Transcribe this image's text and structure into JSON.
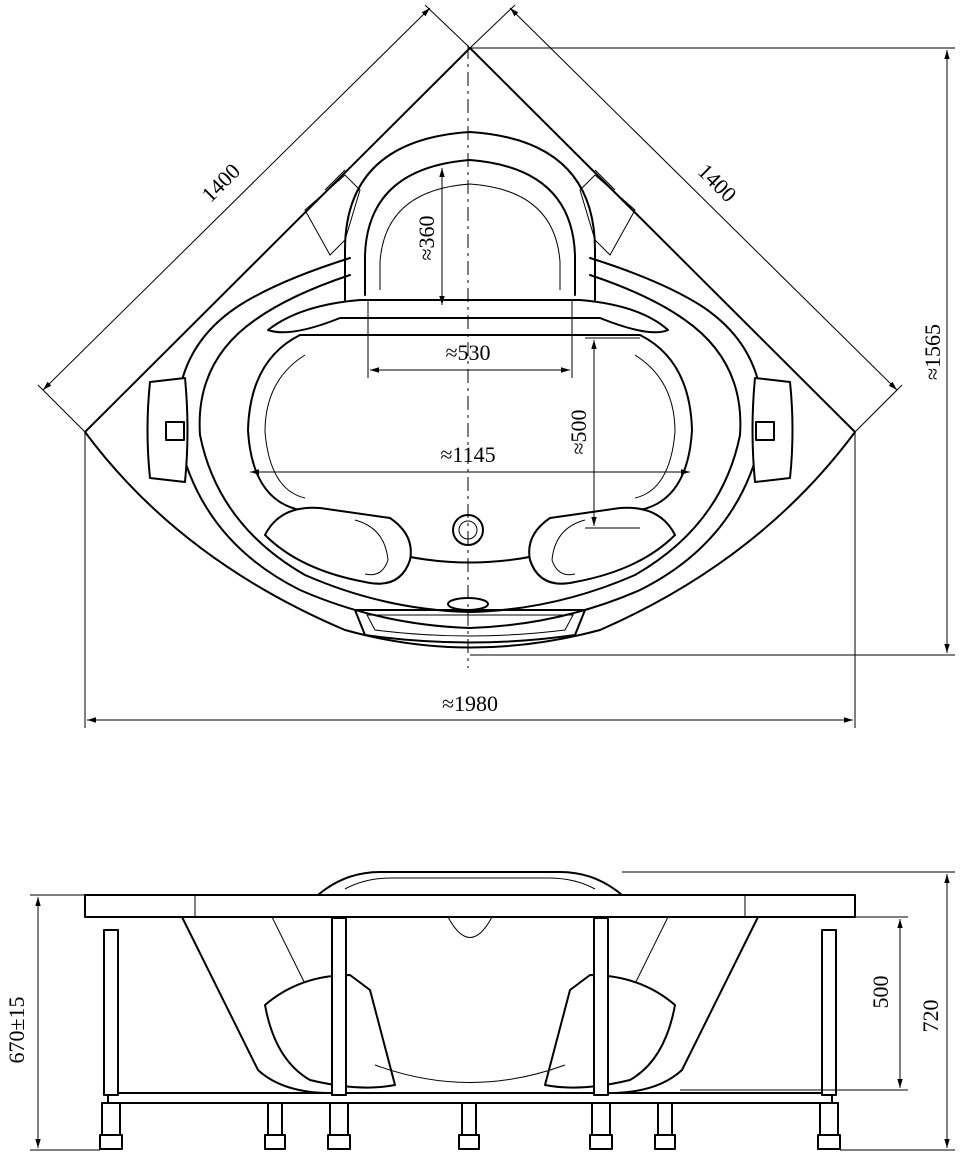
{
  "top_view": {
    "side_left": "1400",
    "side_right": "1400",
    "depth": "≈1565",
    "width": "≈1980",
    "inner_length": "≈1145",
    "headrest_depth": "≈360",
    "headrest_width": "≈530",
    "seat_distance": "≈500"
  },
  "side_view": {
    "leg_height": "670±15",
    "basin_depth": "500",
    "total_height": "720"
  },
  "colors": {
    "line": "#000000",
    "background": "#ffffff"
  }
}
